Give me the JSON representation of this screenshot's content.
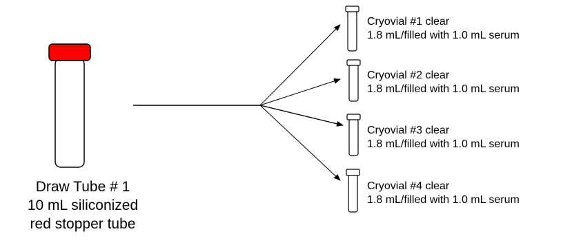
{
  "draw_tube": {
    "line1": "Draw Tube # 1",
    "line2": "10 mL siliconized",
    "line3": "red stopper tube",
    "cap_color": "#ff0000"
  },
  "cryovials": [
    {
      "title": "Cryovial #1 clear",
      "detail": "1.8 mL/filled with 1.0 mL serum"
    },
    {
      "title": "Cryovial #2 clear",
      "detail": "1.8 mL/filled with 1.0 mL serum"
    },
    {
      "title": "Cryovial #3 clear",
      "detail": "1.8 mL/filled with 1.0 mL serum"
    },
    {
      "title": "Cryovial #4 clear",
      "detail": "1.8 mL/filled with 1.0 mL serum"
    }
  ]
}
